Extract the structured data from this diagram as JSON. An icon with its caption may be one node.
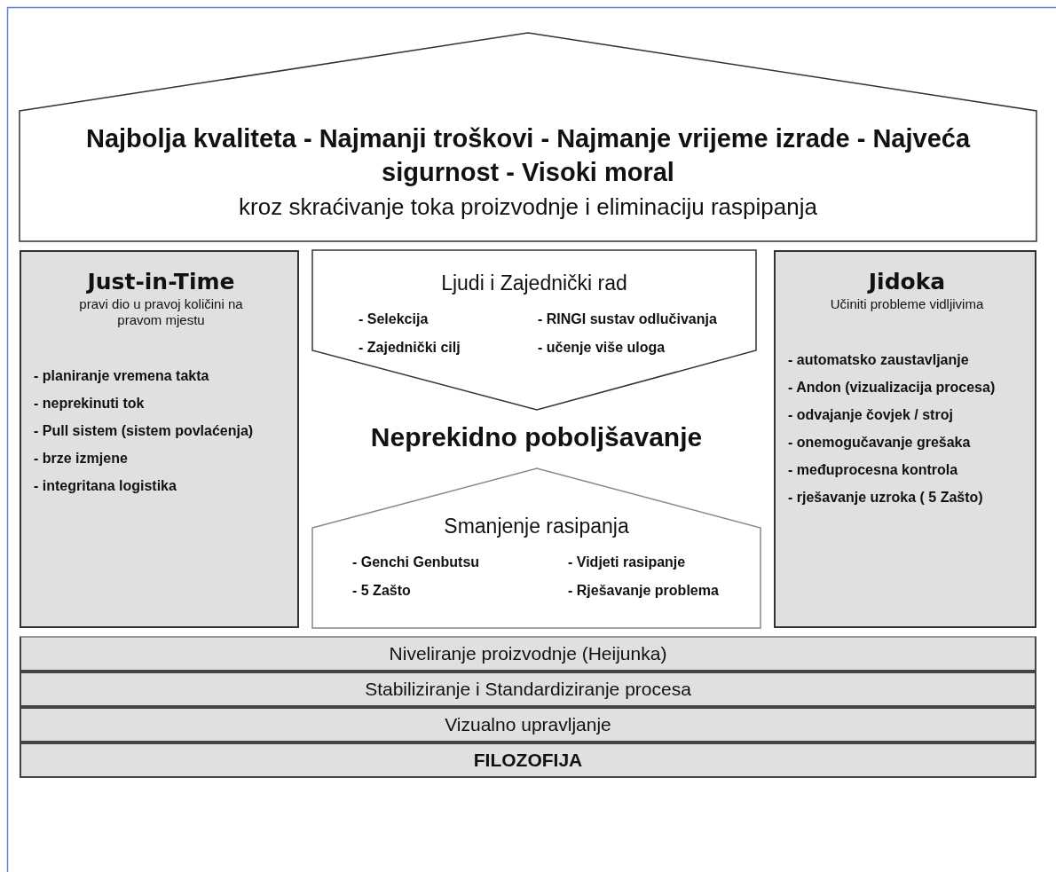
{
  "diagram": {
    "nodes": [
      {
        "text": [
          "Najbolja kvaliteta - Najmanji troškovi - Najmanje vrijeme izrade - Najveća sigurnost - Visoki moral",
          "kroz skraćivanje toka proizvodnje i eliminaciju raspipanja"
        ]
      },
      {
        "text": [
          "Just-in-Time",
          "pravi dio u pravoj količini na pravom mjestu",
          "- planiranje vremena takta",
          "- neprekinuti tok",
          "- Pull sistem (sistem povlaćenja)",
          "- brze izmjene",
          "- integritana logistika"
        ]
      },
      {
        "text": [
          "Ljudi i Zajednički rad",
          "- Selekcija",
          "- RINGI sustav odlučivanja",
          "- Zajednički cilj",
          "- učenje više uloga"
        ]
      },
      {
        "text": [
          "Neprekidno poboljšavanje"
        ]
      },
      {
        "text": [
          "Smanjenje rasipanja",
          "- Genchi Genbutsu",
          "- Vidjeti rasipanje",
          "- 5 Zašto",
          "- Rješavanje problema"
        ]
      },
      {
        "text": [
          "Jidoka",
          "Učiniti probleme vidljivima",
          "- automatsko zaustavljanje",
          "- Andon (vizualizacija procesa)",
          "- odvajanje čovjek / stroj",
          "- onemogučavanje grešaka",
          "- međuprocesna kontrola",
          "- rješavanje uzroka ( 5 Zašto)"
        ]
      },
      {
        "text": [
          "Niveliranje proizvodnje (Heijunka)"
        ]
      },
      {
        "text": [
          "Stabiliziranje i Standardiziranje procesa"
        ]
      },
      {
        "text": [
          "Vizualno upravljanje"
        ]
      },
      {
        "text": [
          "FILOZOFIJA"
        ]
      }
    ]
  }
}
